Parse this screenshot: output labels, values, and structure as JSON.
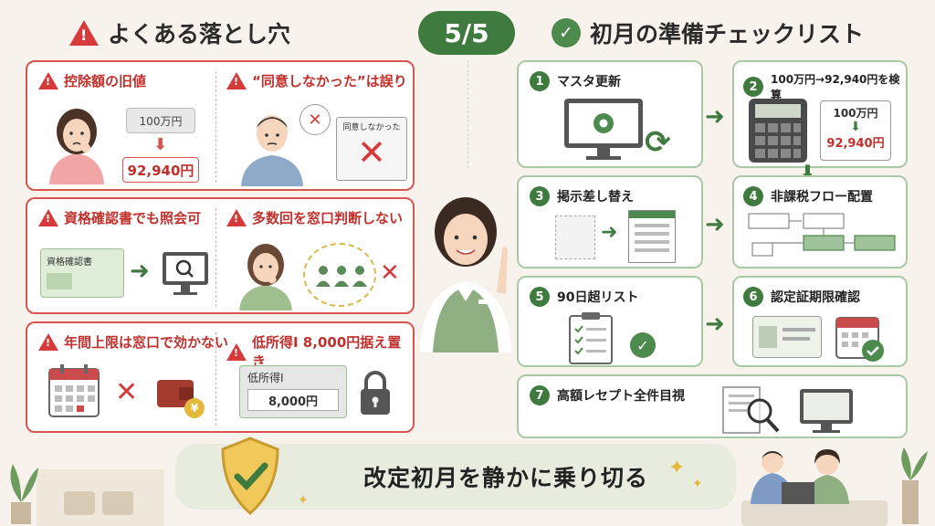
{
  "left_title": "よくある落とし穴",
  "page_indicator": "5/5",
  "right_title": "初月の準備チェックリスト",
  "pitfalls": [
    {
      "title": "控除額の旧値",
      "old_value": "100万円",
      "new_value": "92,940円"
    },
    {
      "title": "“同意しなかった”は誤り",
      "card_label": "同意しなかった"
    },
    {
      "title": "資格確認書でも照会可",
      "card_label": "資格確認書"
    },
    {
      "title": "多数回を窓口判断しない"
    },
    {
      "title": "年間上限は窓口で効かない",
      "coin_label": "¥"
    },
    {
      "title": "低所得Ⅰ 8,000円据え置き",
      "field_label": "低所得Ⅰ",
      "field_value": "8,000円"
    }
  ],
  "steps": [
    {
      "num": "1",
      "title": "マスタ更新"
    },
    {
      "num": "2",
      "title": "100万円→92,940円を検算",
      "from": "100万円",
      "to": "92,940円"
    },
    {
      "num": "3",
      "title": "掲示差し替え"
    },
    {
      "num": "4",
      "title": "非課税フロー配置"
    },
    {
      "num": "5",
      "title": "90日超リスト"
    },
    {
      "num": "6",
      "title": "認定証期限確認"
    },
    {
      "num": "7",
      "title": "高額レセプト全件目視"
    }
  ],
  "bottom_message": "改定初月を静かに乗り切る",
  "colors": {
    "accent_green": "#3f7a3f",
    "warning_red": "#d63a3a",
    "background": "#f7f3ec"
  }
}
